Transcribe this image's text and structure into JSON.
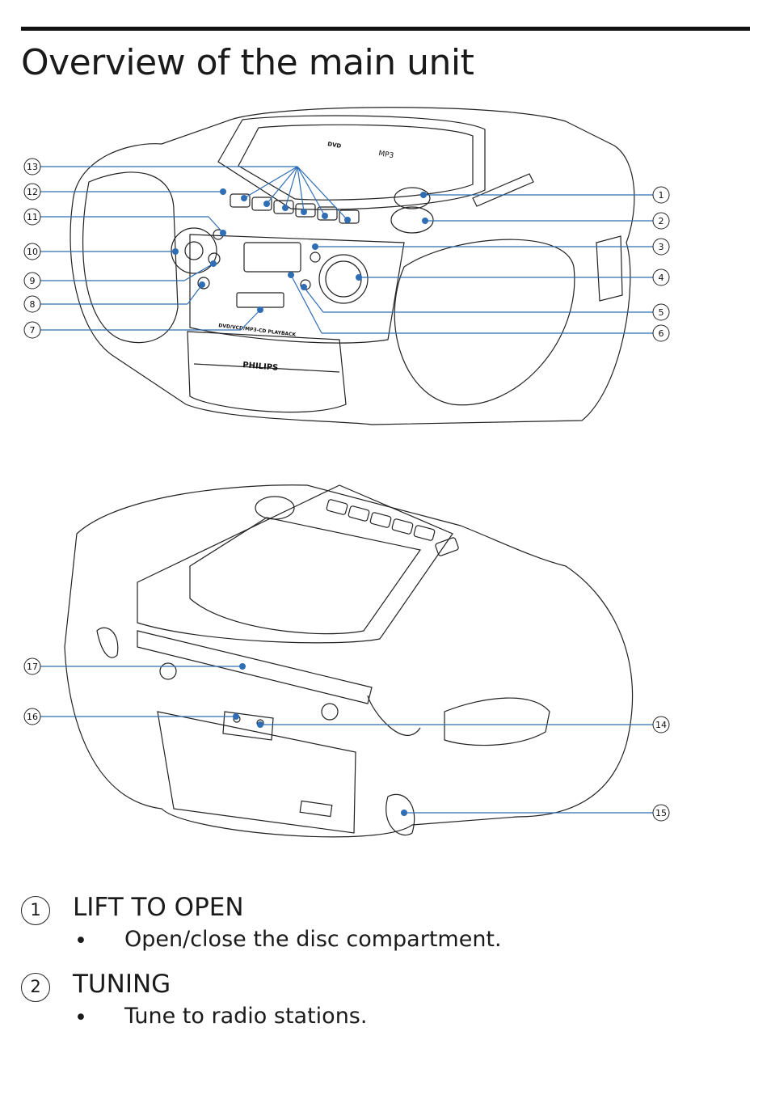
{
  "page": {
    "title": "Overview of the main unit"
  },
  "figure": {
    "brand_label": "PHILIPS",
    "front_panel_label": "DVD/VCD/MP3-CD PLAYBACK",
    "disc_logo_dvd": "DVD",
    "disc_logo_mp3": "MP3",
    "callouts_front": [
      "13",
      "12",
      "11",
      "10",
      "9",
      "8",
      "7",
      "1",
      "2",
      "3",
      "4",
      "5",
      "6"
    ],
    "callouts_back": [
      "17",
      "16",
      "14",
      "15"
    ]
  },
  "legend": [
    {
      "number": "1",
      "title": "LIFT TO OPEN",
      "bullet": "•",
      "description": "Open/close the disc compartment."
    },
    {
      "number": "2",
      "title": "TUNING",
      "bullet": "•",
      "description": "Tune to radio stations."
    }
  ]
}
